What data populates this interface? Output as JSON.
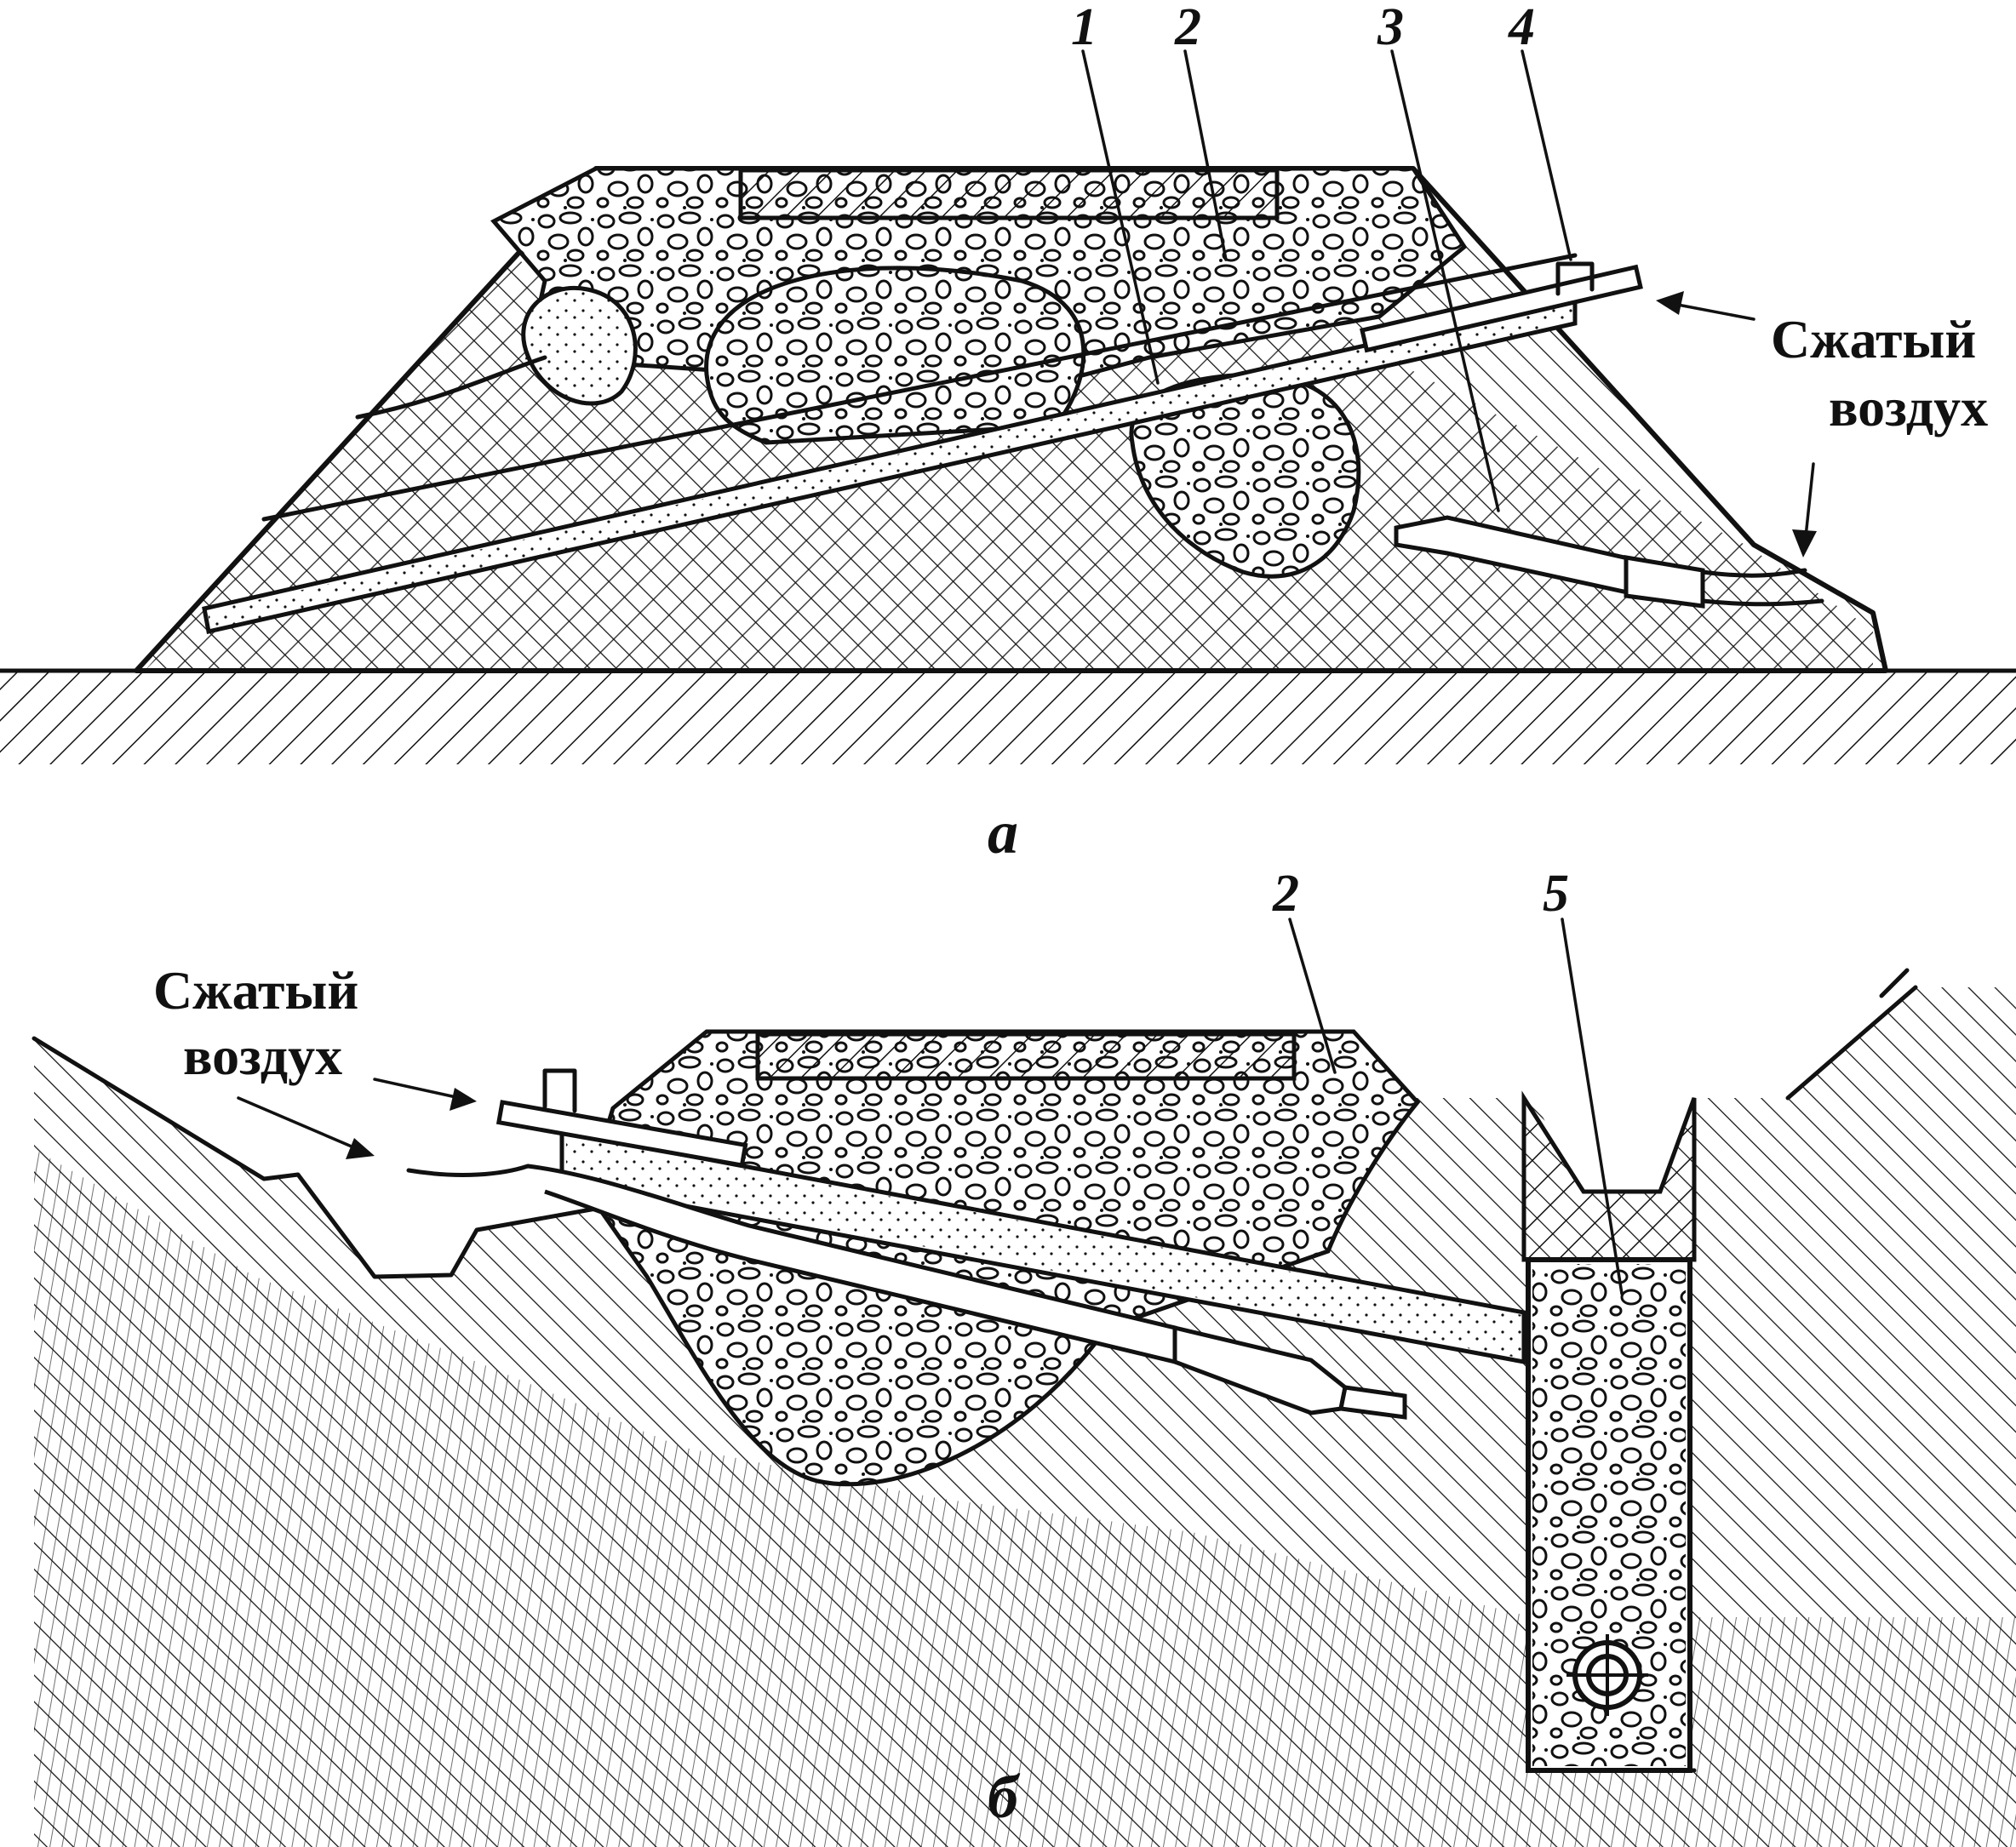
{
  "diagram_a": {
    "caption": "а",
    "labels": [
      "1",
      "2",
      "3",
      "4"
    ],
    "air_label_line1": "Сжатый",
    "air_label_line2": "воздух"
  },
  "diagram_b": {
    "caption": "б",
    "labels": [
      "2",
      "5"
    ],
    "air_label_line1": "Сжатый",
    "air_label_line2": "воздух"
  }
}
